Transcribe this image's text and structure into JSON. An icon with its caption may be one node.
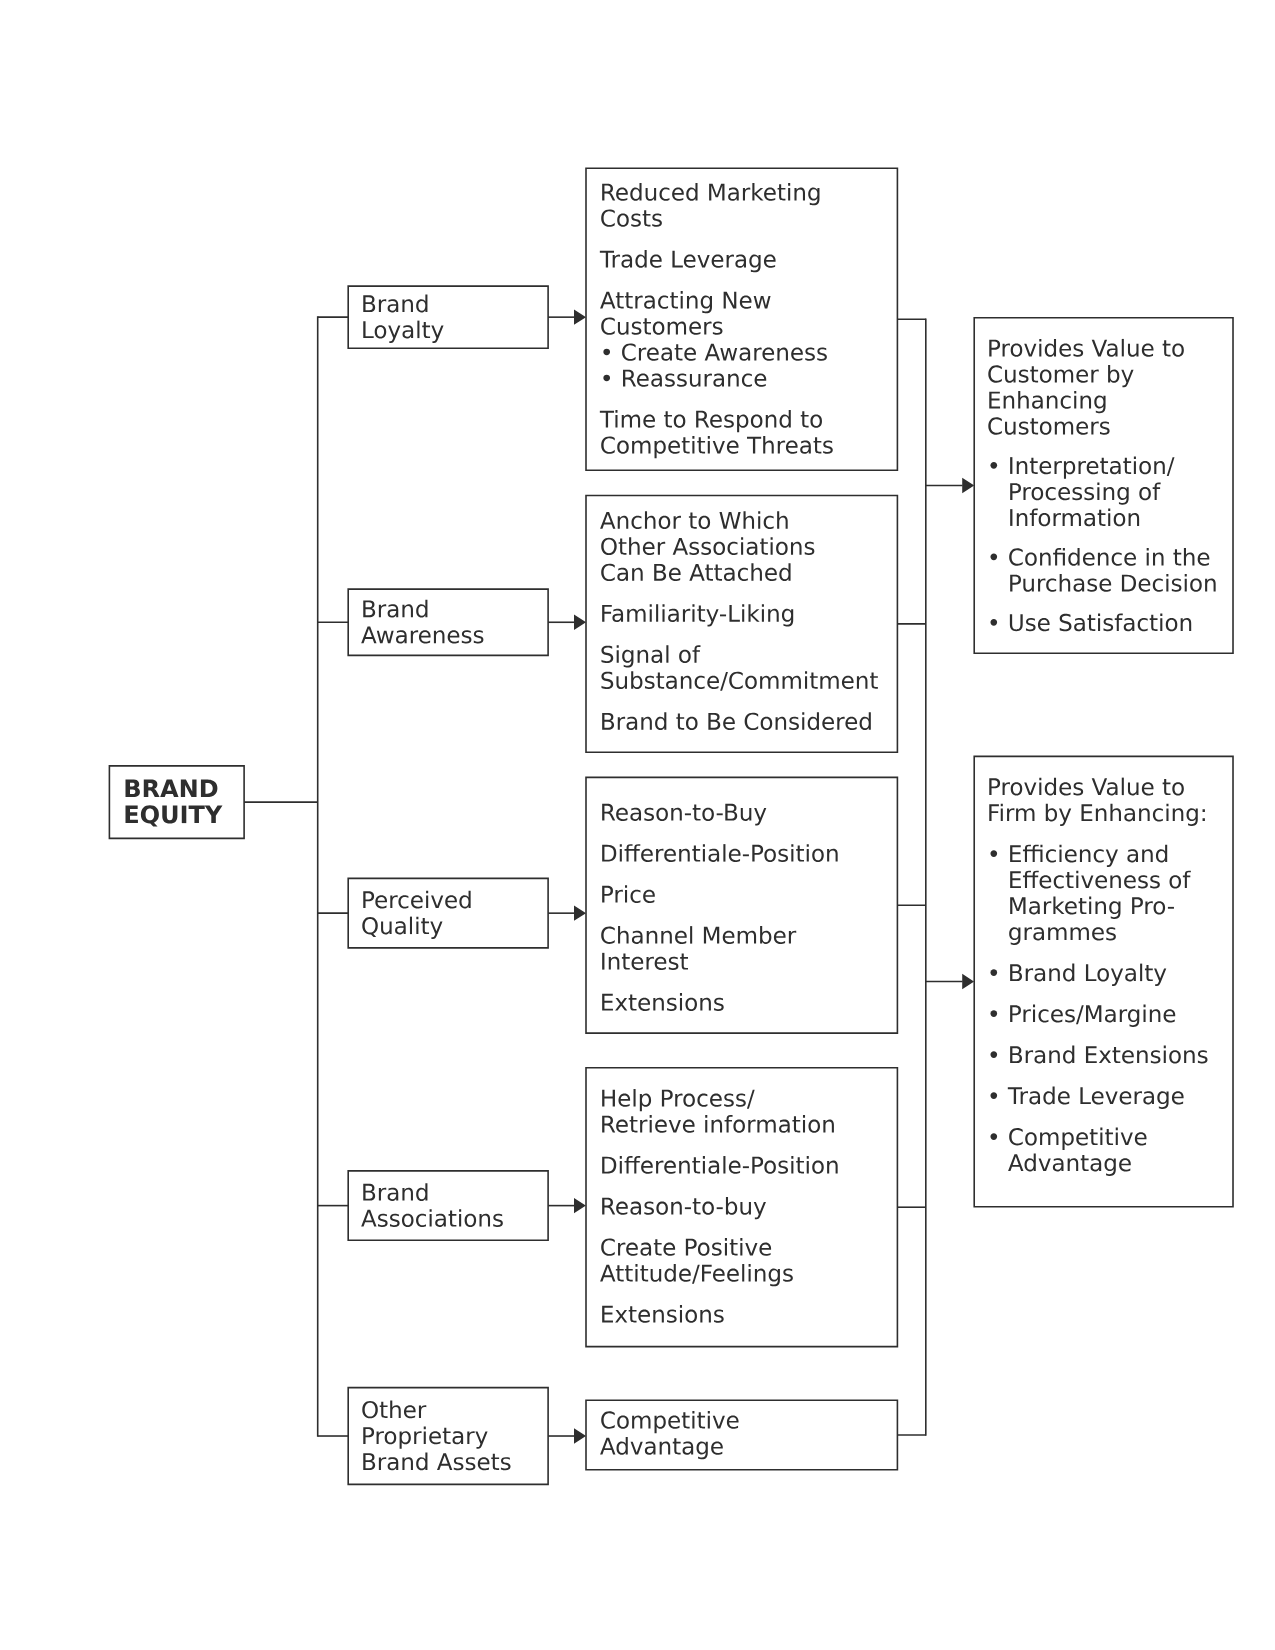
{
  "diagram": {
    "nodes": [
      {
        "text": [
          "BRAND EQUITY"
        ]
      },
      {
        "text": [
          "Brand Loyalty"
        ]
      },
      {
        "text": [
          "Brand Awareness"
        ]
      },
      {
        "text": [
          "Perceived Quality"
        ]
      },
      {
        "text": [
          "Brand Associations"
        ]
      },
      {
        "text": [
          "Other Proprietary Brand Assets"
        ]
      },
      {
        "text": [
          "Reduced Marketing Costs",
          "Trade Leverage",
          "Attracting New Customers",
          "• Create Awareness",
          "• Reassurance",
          "Time to Respond to Competitive Threats"
        ]
      },
      {
        "text": [
          "Anchor to Which Other Associations Can Be Attached",
          "Familiarity-Liking",
          "Signal of Substance/Commitment",
          "Brand to Be Considered"
        ]
      },
      {
        "text": [
          "Reason-to-Buy",
          "Differentiale-Position",
          "Price",
          "Channel Member Interest",
          "Extensions"
        ]
      },
      {
        "text": [
          "Help Process/ Retrieve information",
          "Differentiale-Position",
          "Reason-to-buy",
          "Create Positive Attitude/Feelings",
          "Extensions"
        ]
      },
      {
        "text": [
          "Competitive Advantage"
        ]
      },
      {
        "text": [
          "Provides Value to Customer by Enhancing Customers",
          "• Interpretation/ Processing of Information",
          "• Confidence in the Purchase Decision",
          "• Use Satisfaction"
        ]
      },
      {
        "text": [
          "Provides Value to Firm by Enhancing:",
          "• Efficiency and Effectiveness of Marketing Pro- grammes",
          "• Brand Loyalty",
          "• Prices/Margine",
          "• Brand Extensions",
          "• Trade Leverage",
          "• Competitive Advantage"
        ]
      }
    ],
    "edges": [
      {
        "from": 0,
        "to": 1,
        "arrow": "none"
      },
      {
        "from": 0,
        "to": 2,
        "arrow": "none"
      },
      {
        "from": 0,
        "to": 3,
        "arrow": "none"
      },
      {
        "from": 0,
        "to": 4,
        "arrow": "none"
      },
      {
        "from": 0,
        "to": 5,
        "arrow": "none"
      },
      {
        "from": 1,
        "to": 6,
        "arrow": "to"
      },
      {
        "from": 2,
        "to": 7,
        "arrow": "to"
      },
      {
        "from": 3,
        "to": 8,
        "arrow": "to"
      },
      {
        "from": 4,
        "to": 9,
        "arrow": "to"
      },
      {
        "from": 5,
        "to": 10,
        "arrow": "to"
      },
      {
        "from": 6,
        "to": 11,
        "arrow": "to"
      },
      {
        "from": 6,
        "to": 12,
        "arrow": "to"
      },
      {
        "from": 7,
        "to": 11,
        "arrow": "to"
      },
      {
        "from": 7,
        "to": 12,
        "arrow": "to"
      },
      {
        "from": 8,
        "to": 11,
        "arrow": "to"
      },
      {
        "from": 8,
        "to": 12,
        "arrow": "to"
      },
      {
        "from": 9,
        "to": 11,
        "arrow": "to"
      },
      {
        "from": 9,
        "to": 12,
        "arrow": "to"
      },
      {
        "from": 10,
        "to": 11,
        "arrow": "to"
      },
      {
        "from": 10,
        "to": 12,
        "arrow": "to"
      }
    ]
  }
}
